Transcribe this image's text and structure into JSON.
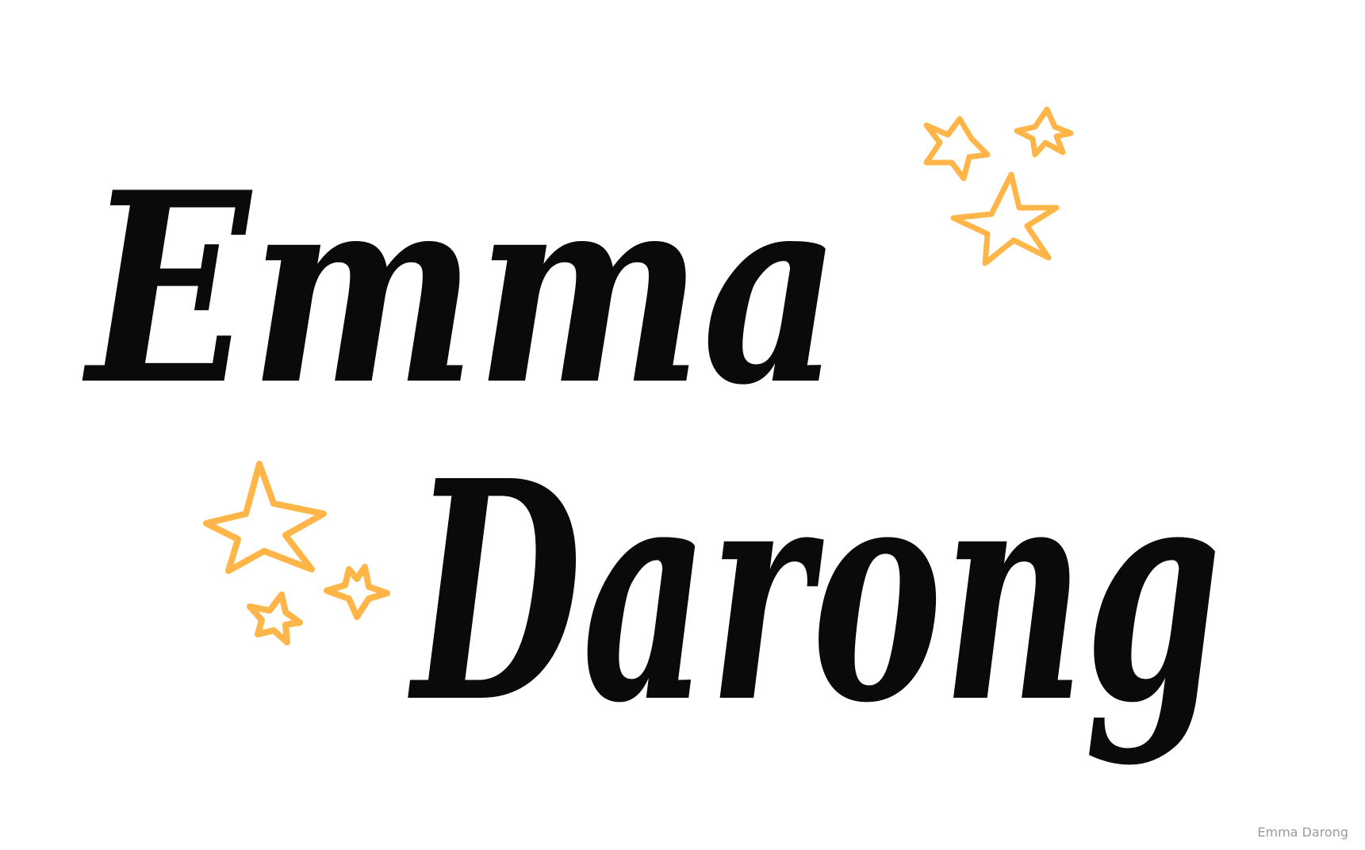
{
  "logo": {
    "text": "Emma Darong",
    "first_name": "Emma",
    "last_name": "Darong",
    "ink_color": "#0a0a0a",
    "star_color": "#FFB547",
    "star_count": 6
  }
}
